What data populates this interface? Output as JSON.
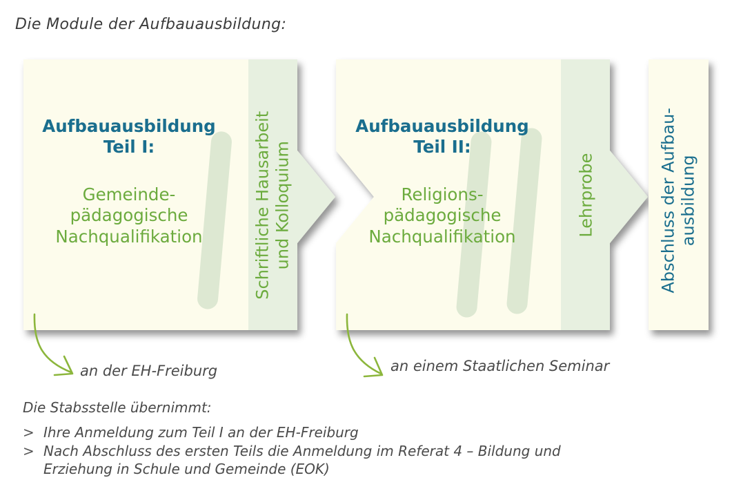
{
  "title": "Die Module der Aufbauausbildung:",
  "colors": {
    "cream": "#fdfcec",
    "panel_green": "#e7f0e0",
    "text_blue": "#1a6e8e",
    "text_green": "#6cab3e",
    "arrow_green": "#8cb63c",
    "watermark": "#dde8d2",
    "body_text": "#4a4a4a"
  },
  "modules": [
    {
      "id": "module-1",
      "title_line1": "Aufbauausbildung",
      "title_line2": "Teil I:",
      "sub_line1": "Gemeinde-",
      "sub_line2": "pädagogische",
      "sub_line3": "Nachqualifikation",
      "watermark": "I",
      "annotation": "an der EH-Freiburg"
    },
    {
      "id": "module-2",
      "title_line1": "Aufbauausbildung",
      "title_line2": "Teil II:",
      "sub_line1": "Religions-",
      "sub_line2": "pädagogische",
      "sub_line3": "Nachqualifikation",
      "watermark": "II",
      "annotation": "an einem Staatlichen Seminar"
    }
  ],
  "gates": [
    {
      "id": "gate-hausarbeit",
      "line1": "Schriftliche Hausarbeit",
      "line2": "und Kolloquium"
    },
    {
      "id": "gate-lehrprobe",
      "line1": "Lehrprobe"
    }
  ],
  "final": {
    "id": "final-box",
    "line1": "Abschluss der Aufbau-",
    "line2": "ausbildung"
  },
  "footer": {
    "lead": "Die Stabsstelle übernimmt:",
    "bullet_mark": ">",
    "items": [
      {
        "line1": "Ihre Anmeldung zum Teil I an der EH-Freiburg"
      },
      {
        "line1": "Nach Abschluss des ersten Teils die Anmeldung im Referat 4 – Bildung und",
        "line2": "Erziehung in Schule und Gemeinde (EOK)"
      }
    ]
  }
}
